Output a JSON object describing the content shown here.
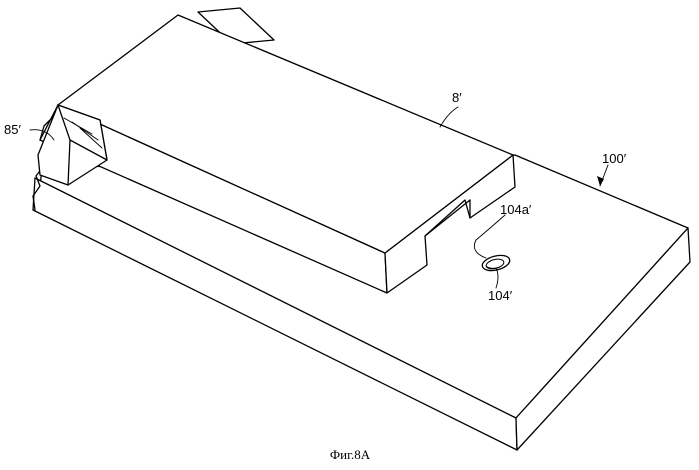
{
  "labels": {
    "part_8": "8′",
    "part_85": "85′",
    "part_100": "100′",
    "part_104a": "104a′",
    "part_104": "104′"
  },
  "caption": "Фиг.8A"
}
